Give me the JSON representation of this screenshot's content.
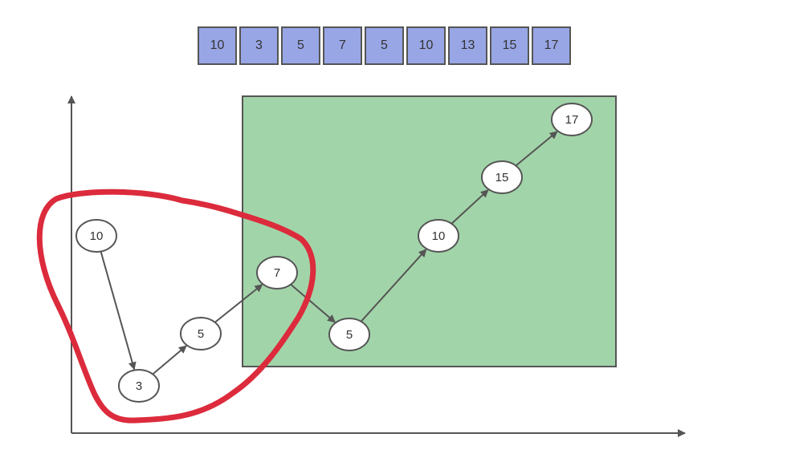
{
  "array": {
    "values": [
      "10",
      "3",
      "5",
      "7",
      "5",
      "10",
      "13",
      "15",
      "17"
    ]
  },
  "nodes": [
    {
      "id": "n1",
      "label": "10"
    },
    {
      "id": "n2",
      "label": "3"
    },
    {
      "id": "n3",
      "label": "5"
    },
    {
      "id": "n4",
      "label": "7"
    },
    {
      "id": "n5",
      "label": "5"
    },
    {
      "id": "n6",
      "label": "10"
    },
    {
      "id": "n7",
      "label": "15"
    },
    {
      "id": "n8",
      "label": "17"
    }
  ],
  "edges": [
    {
      "from": "n1",
      "to": "n2"
    },
    {
      "from": "n2",
      "to": "n3"
    },
    {
      "from": "n3",
      "to": "n4"
    },
    {
      "from": "n4",
      "to": "n5"
    },
    {
      "from": "n5",
      "to": "n6"
    },
    {
      "from": "n6",
      "to": "n7"
    },
    {
      "from": "n7",
      "to": "n8"
    }
  ],
  "colors": {
    "array_cell_fill": "#98a6e6",
    "green_region_fill": "#a2d4a9",
    "highlight_stroke": "#dc2b3c",
    "line_color": "#555555",
    "node_fill": "#ffffff"
  }
}
